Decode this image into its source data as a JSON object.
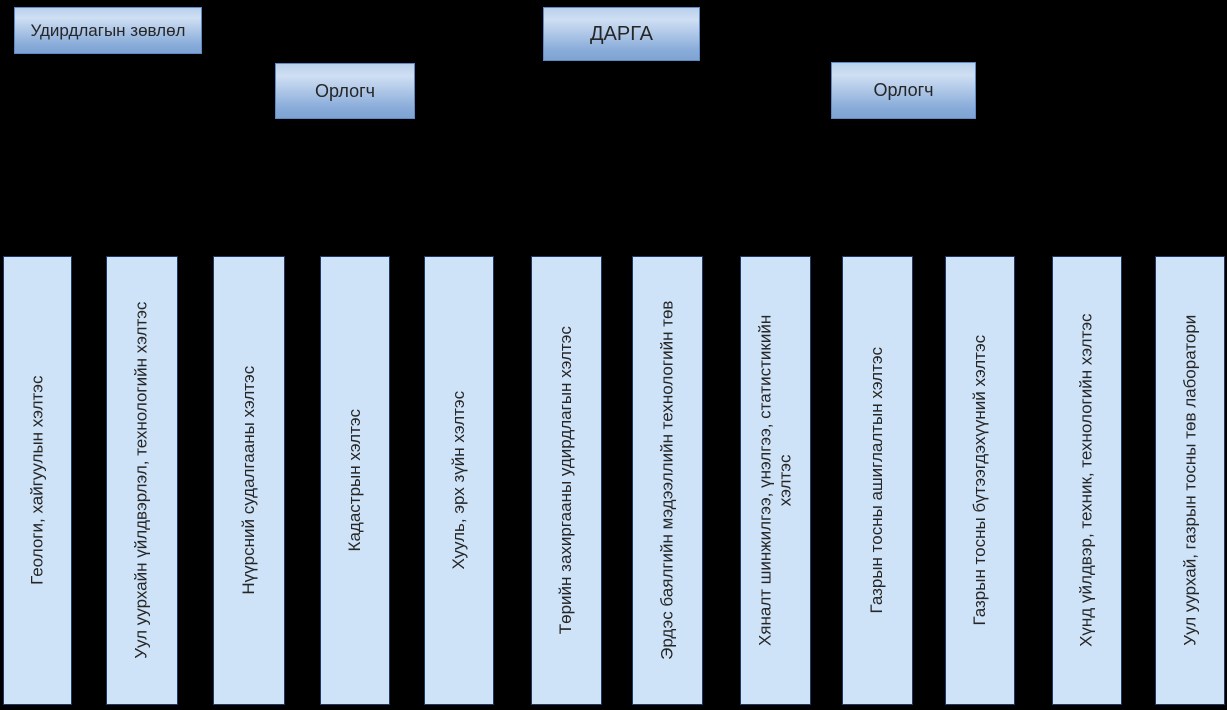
{
  "org_chart": {
    "board": {
      "label": "Удирдлагын зөвлөл"
    },
    "director": {
      "label": "ДАРГА"
    },
    "deputy_left": {
      "label": "Орлогч"
    },
    "deputy_right": {
      "label": "Орлогч"
    }
  },
  "departments": [
    {
      "label": "Геологи, хайгуулын хэлтэс"
    },
    {
      "label": "Уул уурхайн үйлдвэрлэл, технологийн хэлтэс"
    },
    {
      "label": "Нүүрсний судалгааны хэлтэс"
    },
    {
      "label": "Кадастрын хэлтэс"
    },
    {
      "label": "Хууль, эрх зүйн хэлтэс"
    },
    {
      "label": "Төрийн захиргааны удирдлагын хэлтэс"
    },
    {
      "label": "Эрдэс баялгийн мэдээллийн технологийн төв"
    },
    {
      "label": "Хяналт шинжилгээ, үнэлгээ, статистикийн\nхэлтэс"
    },
    {
      "label": "Газрын тосны ашиглалтын хэлтэс"
    },
    {
      "label": "Газрын тосны бүтээгдэхүүний хэлтэс"
    },
    {
      "label": "Хүнд үйлдвэр, техник, технологийн хэлтэс"
    },
    {
      "label": "Уул уурхай, газрын тосны төв лаборатори"
    }
  ],
  "colors": {
    "background": "#000000",
    "text": "#262626",
    "box_gradient_top": "#b9d0ec",
    "box_gradient_mid": "#cfdff3",
    "box_gradient_low": "#88abd9",
    "box_gradient_bottom": "#7ea4d3",
    "box_border": "#5e8ac7",
    "column_fill": "#cfe3f8",
    "column_border": "#1f3864"
  }
}
